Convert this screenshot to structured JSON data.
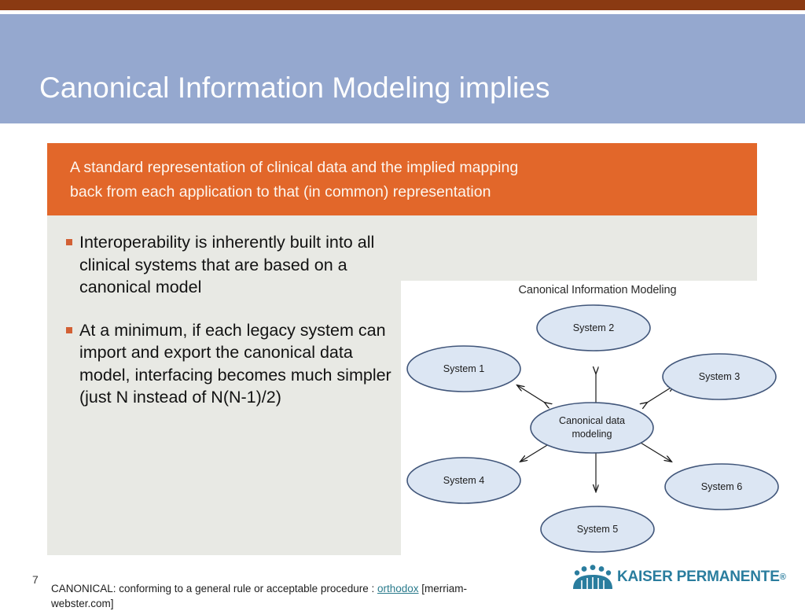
{
  "slide": {
    "number": "7",
    "title": "Canonical Information Modeling implies",
    "accent_bar_color": "#8a3a12",
    "title_band_color": "#95a8cf",
    "panel_color": "#e8e9e4"
  },
  "callout": {
    "bg_color": "#e2672a",
    "line1": "A standard representation of clinical data and the implied mapping",
    "line2": "back from each application to that  (in common) representation"
  },
  "bullets": {
    "marker_color": "#d26034",
    "items": [
      "Interoperability is inherently built into all clinical systems that are based on a canonical model",
      "At a minimum, if each legacy system can import and export the canonical data model, interfacing becomes much simpler (just N instead of N(N-1)/2)"
    ]
  },
  "diagram": {
    "title": "Canonical Information Modeling",
    "node_fill": "#dce6f3",
    "node_stroke": "#41567a",
    "arrow_color": "#1a1a1a",
    "center_node": "Canonical data modeling",
    "center_node_line1": "Canonical data",
    "center_node_line2": "modeling",
    "nodes": [
      {
        "label": "System 1"
      },
      {
        "label": "System 2"
      },
      {
        "label": "System 3"
      },
      {
        "label": "System 4"
      },
      {
        "label": "System 5"
      },
      {
        "label": "System 6"
      }
    ]
  },
  "footnote": {
    "prefix": "CANONICAL: conforming to a general rule or acceptable procedure : ",
    "link": "orthodox",
    "suffix": " [merriam-",
    "line2": "webster.com]",
    "link_color": "#2a7b8c"
  },
  "logo": {
    "wordmark": "KAISER PERMANENTE",
    "registered": "®",
    "color": "#2a7d9e"
  }
}
